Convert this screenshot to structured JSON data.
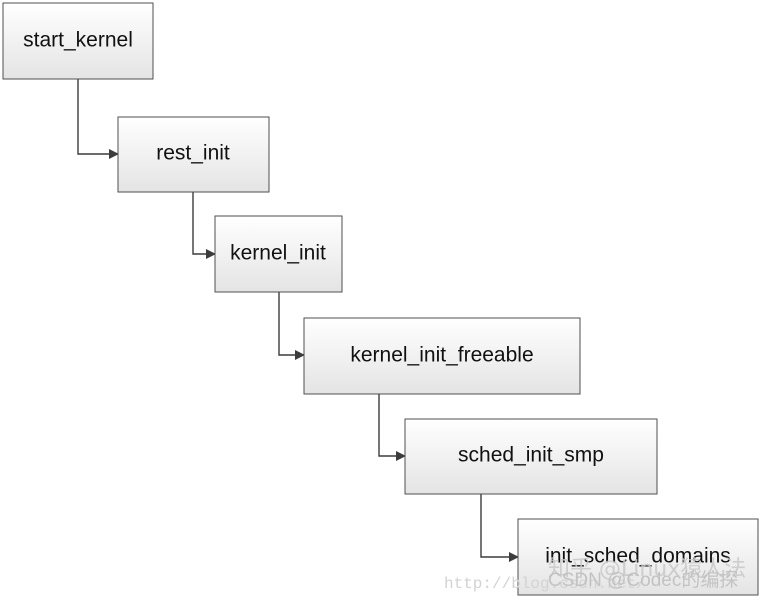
{
  "diagram": {
    "nodes": [
      {
        "id": "start_kernel",
        "label": "start_kernel"
      },
      {
        "id": "rest_init",
        "label": "rest_init"
      },
      {
        "id": "kernel_init",
        "label": "kernel_init"
      },
      {
        "id": "kernel_init_freeable",
        "label": "kernel_init_freeable"
      },
      {
        "id": "sched_init_smp",
        "label": "sched_init_smp"
      },
      {
        "id": "init_sched_domains",
        "label": "init_sched_domains"
      }
    ],
    "edges": [
      {
        "from": "start_kernel",
        "to": "rest_init"
      },
      {
        "from": "rest_init",
        "to": "kernel_init"
      },
      {
        "from": "kernel_init",
        "to": "kernel_init_freeable"
      },
      {
        "from": "kernel_init_freeable",
        "to": "sched_init_smp"
      },
      {
        "from": "sched_init_smp",
        "to": "init_sched_domains"
      }
    ],
    "box_gradient": [
      "#ffffff",
      "#e4e4e4"
    ],
    "line_color": "#3c3c3c"
  },
  "watermarks": {
    "zhihu": "知乎 @Linux猿人法",
    "csdn": "CSDN @Codec的编探",
    "url": "http://blog.csdn.net/"
  }
}
